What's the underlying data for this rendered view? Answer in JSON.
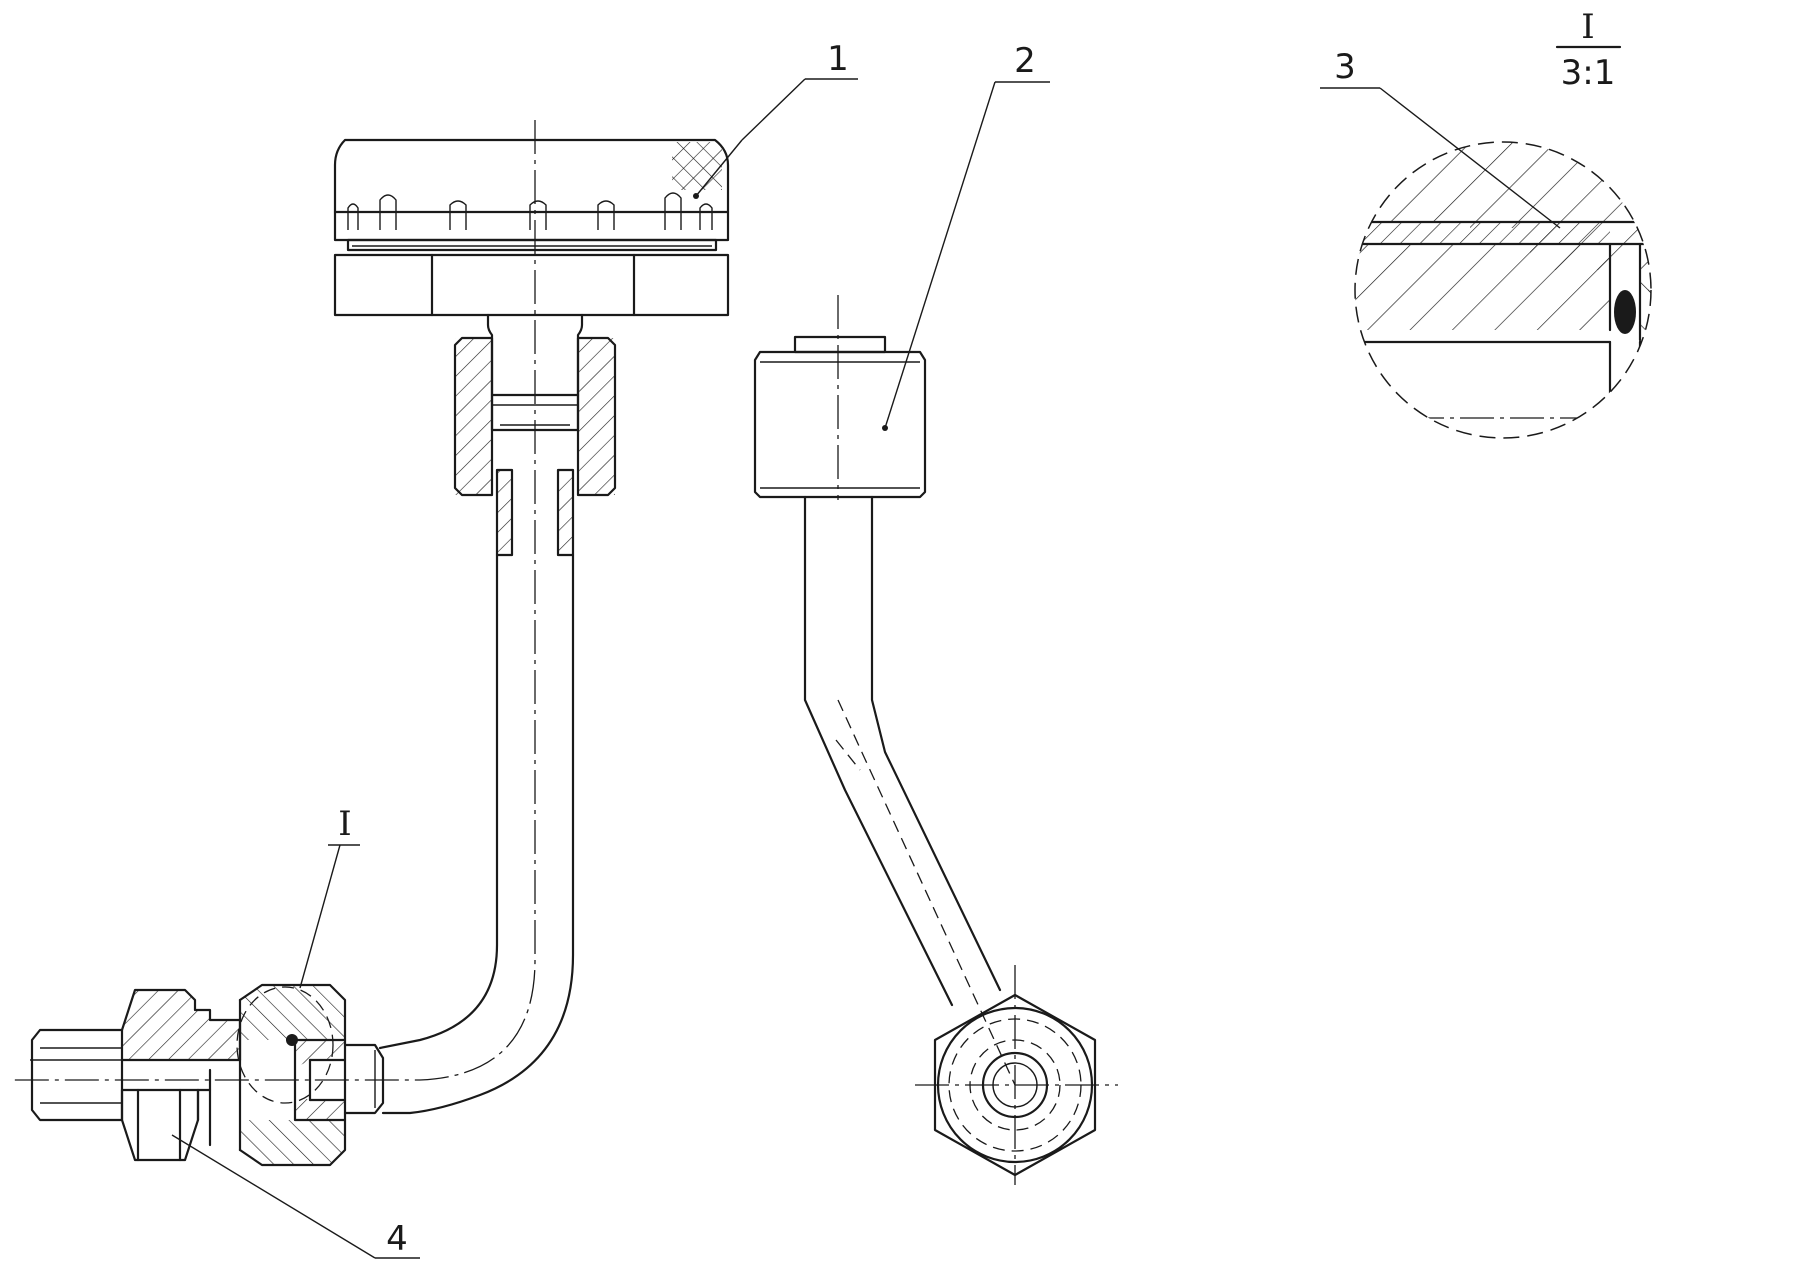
{
  "labels": {
    "part_1": "1",
    "part_2": "2",
    "part_3": "3",
    "part_4": "4",
    "detail_ref": "I",
    "detail_title": "I",
    "detail_scale": "3:1"
  },
  "colors": {
    "line": "#1a1a1a",
    "background": "#ffffff"
  }
}
